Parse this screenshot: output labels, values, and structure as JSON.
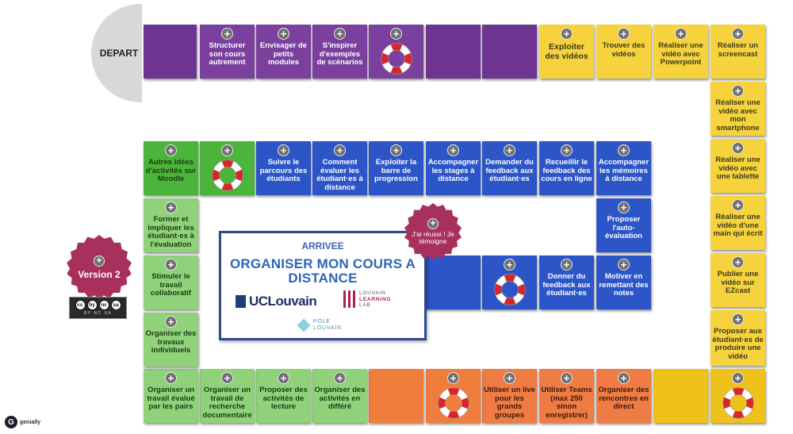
{
  "start": {
    "label": "DEPART"
  },
  "center": {
    "arrivee": "ARRIVEE",
    "title": "ORGANISER MON COURS A DISTANCE",
    "uclouvain": "UCLouvain",
    "lll_line1": "LOUVAIN",
    "lll_line2": "LEARNING",
    "lll_line3": "LAB",
    "pole_line1": "PÔLE",
    "pole_line2": "LOUVAIN"
  },
  "badges": {
    "success": "J'ai réussi ! Je témoigne",
    "version": "Version 2"
  },
  "license": {
    "icons": [
      "cc",
      "by",
      "nc",
      "sa"
    ],
    "caption": "BY NC SA"
  },
  "branding": {
    "genially_mark": "G",
    "genially_text": "genially"
  },
  "tiles": {
    "structurer": "Structurer son cours autrement",
    "petits_modules": "Envisager de petits modules",
    "exemples_scenarios": "S'inspirer d'exemples de scénarios",
    "exploiter_videos": "Exploiter des vidéos",
    "trouver_videos": "Trouver des vidéos",
    "video_powerpoint": "Réaliser une vidéo avec Powerpoint",
    "screencast": "Réaliser un screencast",
    "video_smartphone": "Réaliser une vidéo avec mon smartphone",
    "video_tablette": "Réaliser une vidéo avec une tablette",
    "video_main": "Réaliser une vidéo d'une main qui écrit",
    "ezcast": "Publier une vidéo sur EZcast",
    "etudiants_video": "Proposer aux étudiant·es de produire une vidéo",
    "autres_idees": "Autres idées d'activités sur Moodle",
    "suivre_parcours": "Suivre le parcours des étudiants",
    "evaluer_distance": "Comment évaluer les étudiant·es à distance",
    "barre_progression": "Exploiter la barre de progression",
    "stages_distance": "Accompagner les stages à distance",
    "demander_feedback": "Demander du feedback aux étudiant·es",
    "recueillir_feedback": "Recueillir le feedback des cours en ligne",
    "memoires_distance": "Accompagner les mémoires à distance",
    "auto_evaluation": "Proposer l'auto-évaluation",
    "former_evaluation": "Former et impliquer les étudiant·es à l'évaluation",
    "donner_feedback": "Donner du feedback aux étudiant·es",
    "remettant_notes": "Motiver en remettant des notes",
    "travail_collaboratif": "Stimuler le travail collaboratif",
    "travaux_individuels": "Organiser des travaux individuels",
    "evalue_pairs": "Organiser un travail évalué par les pairs",
    "recherche_doc": "Organiser un travail de recherche documentaire",
    "activites_lecture": "Proposer des activités de lecture",
    "activites_differe": "Organiser des activités en différé",
    "live_groupes": "Utiliser un live pour les grands groupes",
    "teams": "Utiliser Teams (max 250 sinon enregistrer)",
    "rencontres_direct": "Organiser des rencontres en direct"
  },
  "colors": {
    "purple": "#7b3f9e",
    "yellow": "#f6d33c",
    "blue": "#2c55c8",
    "green": "#4bb43a",
    "light_green": "#8fd27a",
    "orange": "#ef7b45",
    "badge": "#a8305c",
    "panel_border": "#2c4a92"
  }
}
